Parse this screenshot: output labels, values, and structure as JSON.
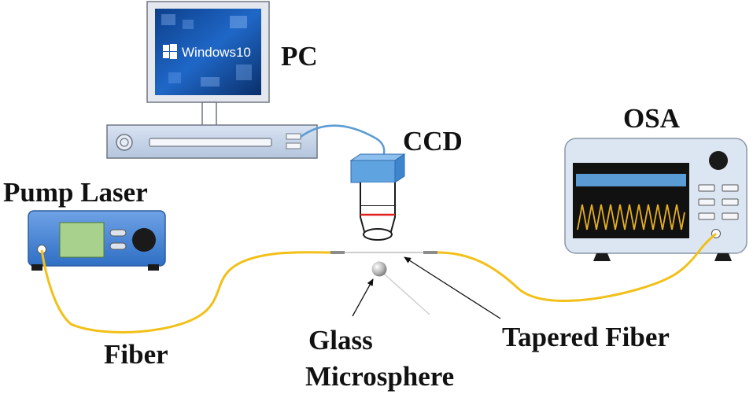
{
  "labels": {
    "pc": "PC",
    "ccd": "CCD",
    "osa": "OSA",
    "pump_laser": "Pump Laser",
    "fiber": "Fiber",
    "glass_line1": "Glass",
    "glass_line2": "Microsphere",
    "tapered_fiber": "Tapered Fiber"
  },
  "screen_text": "Windows10",
  "colors": {
    "fiber": "#f2c018",
    "cable": "#5b9bd5",
    "device_blue": "#3f7fcf",
    "laser_display": "#a9d18e",
    "osa_screen_band": "#5b9bd5",
    "osa_trace": "#e8b020",
    "ccd_red_line": "#e02020"
  }
}
